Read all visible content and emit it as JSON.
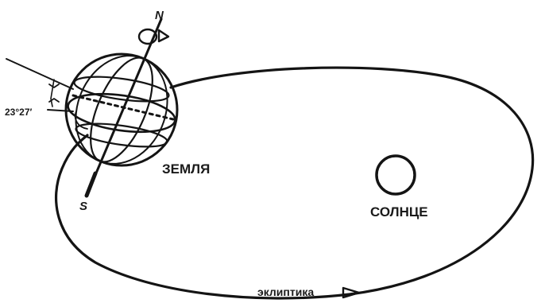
{
  "labels": {
    "earth": "ЗЕМЛЯ",
    "sun": "СОЛНЦЕ",
    "ecliptic": "эклиптика",
    "north": "N",
    "south": "S",
    "tilt_angle": "23°27′"
  },
  "icons": {
    "rotation": "rotation-arrow-icon",
    "direction": "triangle-arrow-icon"
  },
  "colors": {
    "ink": "#141414",
    "background": "#ffffff"
  }
}
